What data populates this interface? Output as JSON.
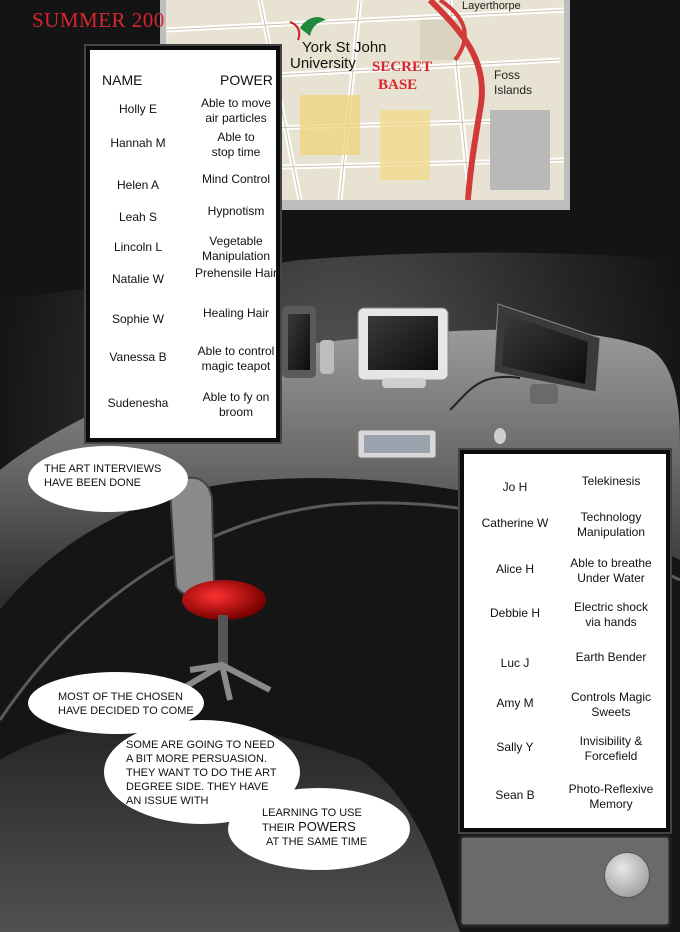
{
  "header": {
    "title": "SUMMER 200"
  },
  "map": {
    "university_line1": "York St John",
    "university_line2": "University",
    "secret_line1": "SECRET",
    "secret_line2": "BASE",
    "label_layerthorpe": "Layerthorpe",
    "label_foss_line1": "Foss",
    "label_foss_line2": "Islands"
  },
  "left_panel": {
    "header_name": "NAME",
    "header_power": "POWER",
    "rows": [
      {
        "name": "Holly E",
        "power_line1": "Able to move",
        "power_line2": "air particles"
      },
      {
        "name": "Hannah M",
        "power_line1": "Able to",
        "power_line2": "stop time"
      },
      {
        "name": "Helen A",
        "power_line1": "Mind Control",
        "power_line2": ""
      },
      {
        "name": "Leah S",
        "power_line1": "Hypnotism",
        "power_line2": ""
      },
      {
        "name": "Lincoln L",
        "power_line1": "Vegetable",
        "power_line2": "Manipulation"
      },
      {
        "name": "Natalie W",
        "power_line1": "Prehensile Hair",
        "power_line2": ""
      },
      {
        "name": "Sophie W",
        "power_line1": "Healing Hair",
        "power_line2": ""
      },
      {
        "name": "Vanessa B",
        "power_line1": "Able to control",
        "power_line2": "magic teapot"
      },
      {
        "name": "Sudenesha",
        "power_line1": "Able to fy on",
        "power_line2": "broom"
      }
    ]
  },
  "right_panel": {
    "rows": [
      {
        "name": "Jo H",
        "power_line1": "Telekinesis",
        "power_line2": ""
      },
      {
        "name": "Catherine W",
        "power_line1": "Technology",
        "power_line2": "Manipulation"
      },
      {
        "name": "Alice H",
        "power_line1": "Able to breathe",
        "power_line2": "Under Water"
      },
      {
        "name": "Debbie H",
        "power_line1": "Electric shock",
        "power_line2": "via hands"
      },
      {
        "name": "Luc J",
        "power_line1": "Earth Bender",
        "power_line2": ""
      },
      {
        "name": "Amy M",
        "power_line1": "Controls Magic",
        "power_line2": "Sweets"
      },
      {
        "name": "Sally Y",
        "power_line1": "Invisibility &",
        "power_line2": "Forcefield"
      },
      {
        "name": "Sean B",
        "power_line1": "Photo-Reflexive",
        "power_line2": "Memory"
      }
    ]
  },
  "bubbles": {
    "b1_line1": "THE ART INTERVIEWS",
    "b1_line2": "HAVE BEEN  DONE",
    "b2_line1": "MOST OF THE CHOSEN",
    "b2_line2": "HAVE DECIDED TO COME",
    "b3_line1": "SOME ARE GOING TO NEED",
    "b3_line2": "A BIT MORE PERSUASION.",
    "b3_line3": "THEY WANT TO DO THE ART",
    "b3_line4": "DEGREE SIDE. THEY HAVE",
    "b3_line5": "AN ISSUE WITH",
    "b4_line1": "LEARNING TO USE",
    "b4_line2a": "THEIR ",
    "b4_line2b": "POWERS",
    "b4_line3": "AT THE SAME TIME"
  }
}
